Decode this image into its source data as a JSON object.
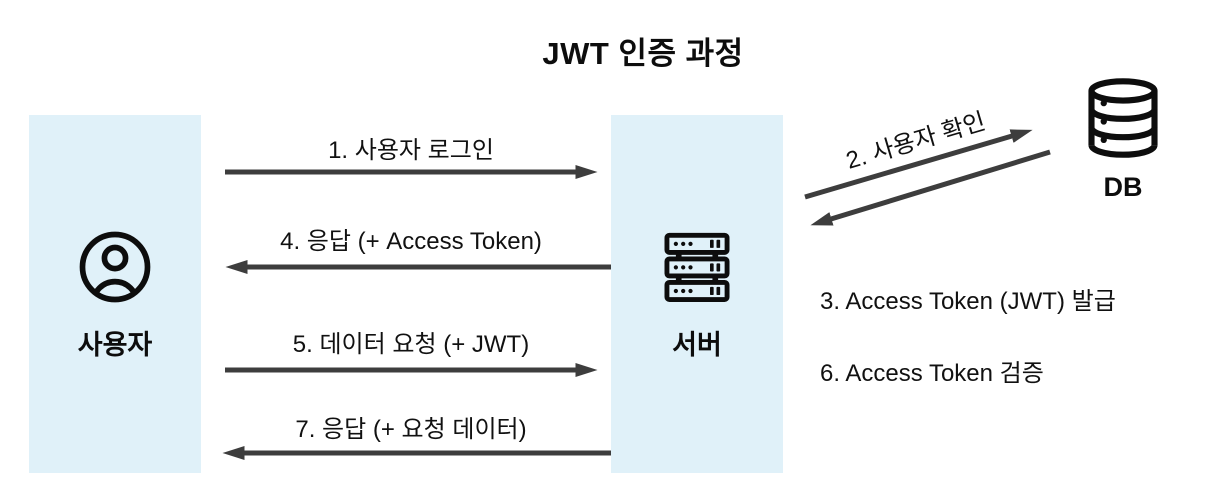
{
  "title": "JWT 인증 과정",
  "actors": {
    "user": {
      "label": "사용자",
      "icon": "user-icon"
    },
    "server": {
      "label": "서버",
      "icon": "server-icon"
    },
    "db": {
      "label": "DB",
      "icon": "database-icon"
    }
  },
  "flows": [
    {
      "step": 1,
      "label": "1. 사용자 로그인",
      "from": "사용자",
      "to": "서버",
      "arrow": "right"
    },
    {
      "step": 2,
      "label": "2. 사용자 확인",
      "from": "서버",
      "to": "DB",
      "arrow": "up-right",
      "has_return_arrow": true
    },
    {
      "step": 3,
      "label": "3. Access Token (JWT) 발급",
      "from": "서버",
      "to": null,
      "arrow": "none"
    },
    {
      "step": 4,
      "label": "4. 응답 (+ Access Token)",
      "from": "서버",
      "to": "사용자",
      "arrow": "left"
    },
    {
      "step": 5,
      "label": "5. 데이터 요청 (+ JWT)",
      "from": "사용자",
      "to": "서버",
      "arrow": "right"
    },
    {
      "step": 6,
      "label": "6. Access Token 검증",
      "from": "서버",
      "to": null,
      "arrow": "none"
    },
    {
      "step": 7,
      "label": "7. 응답 (+ 요청 데이터)",
      "from": "서버",
      "to": "사용자",
      "arrow": "left"
    }
  ],
  "colors": {
    "background": "#ffffff",
    "box_fill": "#e0f1f9",
    "arrow": "#3d3d3d",
    "icon": "#0d0d0d",
    "text": "#111111"
  }
}
